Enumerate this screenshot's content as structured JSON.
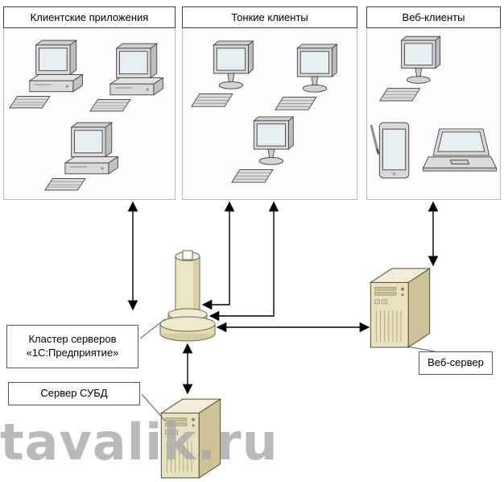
{
  "groups": [
    {
      "id": "client-apps",
      "label": "Клиентские приложения",
      "devices": [
        "desktop-pc",
        "desktop-pc",
        "desktop-pc"
      ]
    },
    {
      "id": "thin-clients",
      "label": "Тонкие клиенты",
      "devices": [
        "monitor",
        "monitor",
        "monitor"
      ]
    },
    {
      "id": "web-clients",
      "label": "Веб-клиенты",
      "devices": [
        "monitor",
        "tablet",
        "laptop"
      ]
    }
  ],
  "nodes": {
    "cluster": {
      "line1": "Кластер серверов",
      "line2": "«1С:Предприятие»"
    },
    "web_server": {
      "label": "Веб-сервер"
    },
    "db_server": {
      "label": "Сервер СУБД"
    }
  },
  "connections": [
    {
      "from": "client-apps",
      "to": "cluster",
      "style": "double-arrow"
    },
    {
      "from": "thin-clients",
      "to": "cluster",
      "style": "double-arrow"
    },
    {
      "from": "thin-clients",
      "to": "cluster",
      "style": "double-arrow"
    },
    {
      "from": "web-clients",
      "to": "web_server",
      "style": "double-arrow"
    },
    {
      "from": "cluster",
      "to": "web_server",
      "style": "double-arrow"
    },
    {
      "from": "cluster",
      "to": "db_server",
      "style": "double-arrow"
    }
  ],
  "watermark": {
    "text": "tavalik.ru",
    "color": "#a9a9a9"
  },
  "colors": {
    "device_fill": "#d9d9d9",
    "screen_fill": "#e7eef0",
    "outline": "#4d4d4d",
    "server_front": "#e9e2c0",
    "server_side": "#cdc298",
    "server_top": "#f2edd8",
    "arrow": "#000000",
    "group_border": "#b8b8b8",
    "header_border": "#3f3f3f"
  }
}
